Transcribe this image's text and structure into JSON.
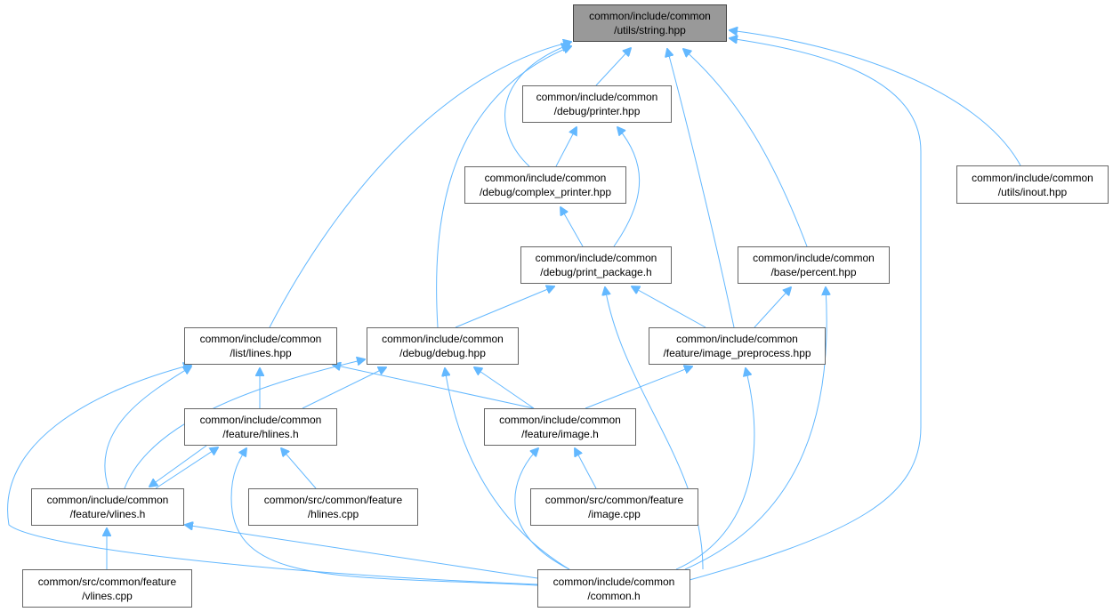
{
  "nodes": {
    "string": [
      "common/include/common",
      "/utils/string.hpp"
    ],
    "printer": [
      "common/include/common",
      "/debug/printer.hpp"
    ],
    "complex_printer": [
      "common/include/common",
      "/debug/complex_printer.hpp"
    ],
    "print_package": [
      "common/include/common",
      "/debug/print_package.h"
    ],
    "inout": [
      "common/include/common",
      "/utils/inout.hpp"
    ],
    "percent": [
      "common/include/common",
      "/base/percent.hpp"
    ],
    "lines": [
      "common/include/common",
      "/list/lines.hpp"
    ],
    "debug": [
      "common/include/common",
      "/debug/debug.hpp"
    ],
    "image_preprocess": [
      "common/include/common",
      "/feature/image_preprocess.hpp"
    ],
    "hlines": [
      "common/include/common",
      "/feature/hlines.h"
    ],
    "image": [
      "common/include/common",
      "/feature/image.h"
    ],
    "vlines": [
      "common/include/common",
      "/feature/vlines.h"
    ],
    "hlines_cpp": [
      "common/src/common/feature",
      "/hlines.cpp"
    ],
    "image_cpp": [
      "common/src/common/feature",
      "/image.cpp"
    ],
    "vlines_cpp": [
      "common/src/common/feature",
      "/vlines.cpp"
    ],
    "common": [
      "common/include/common",
      "/common.h"
    ]
  },
  "edge_color": "#63b8ff"
}
